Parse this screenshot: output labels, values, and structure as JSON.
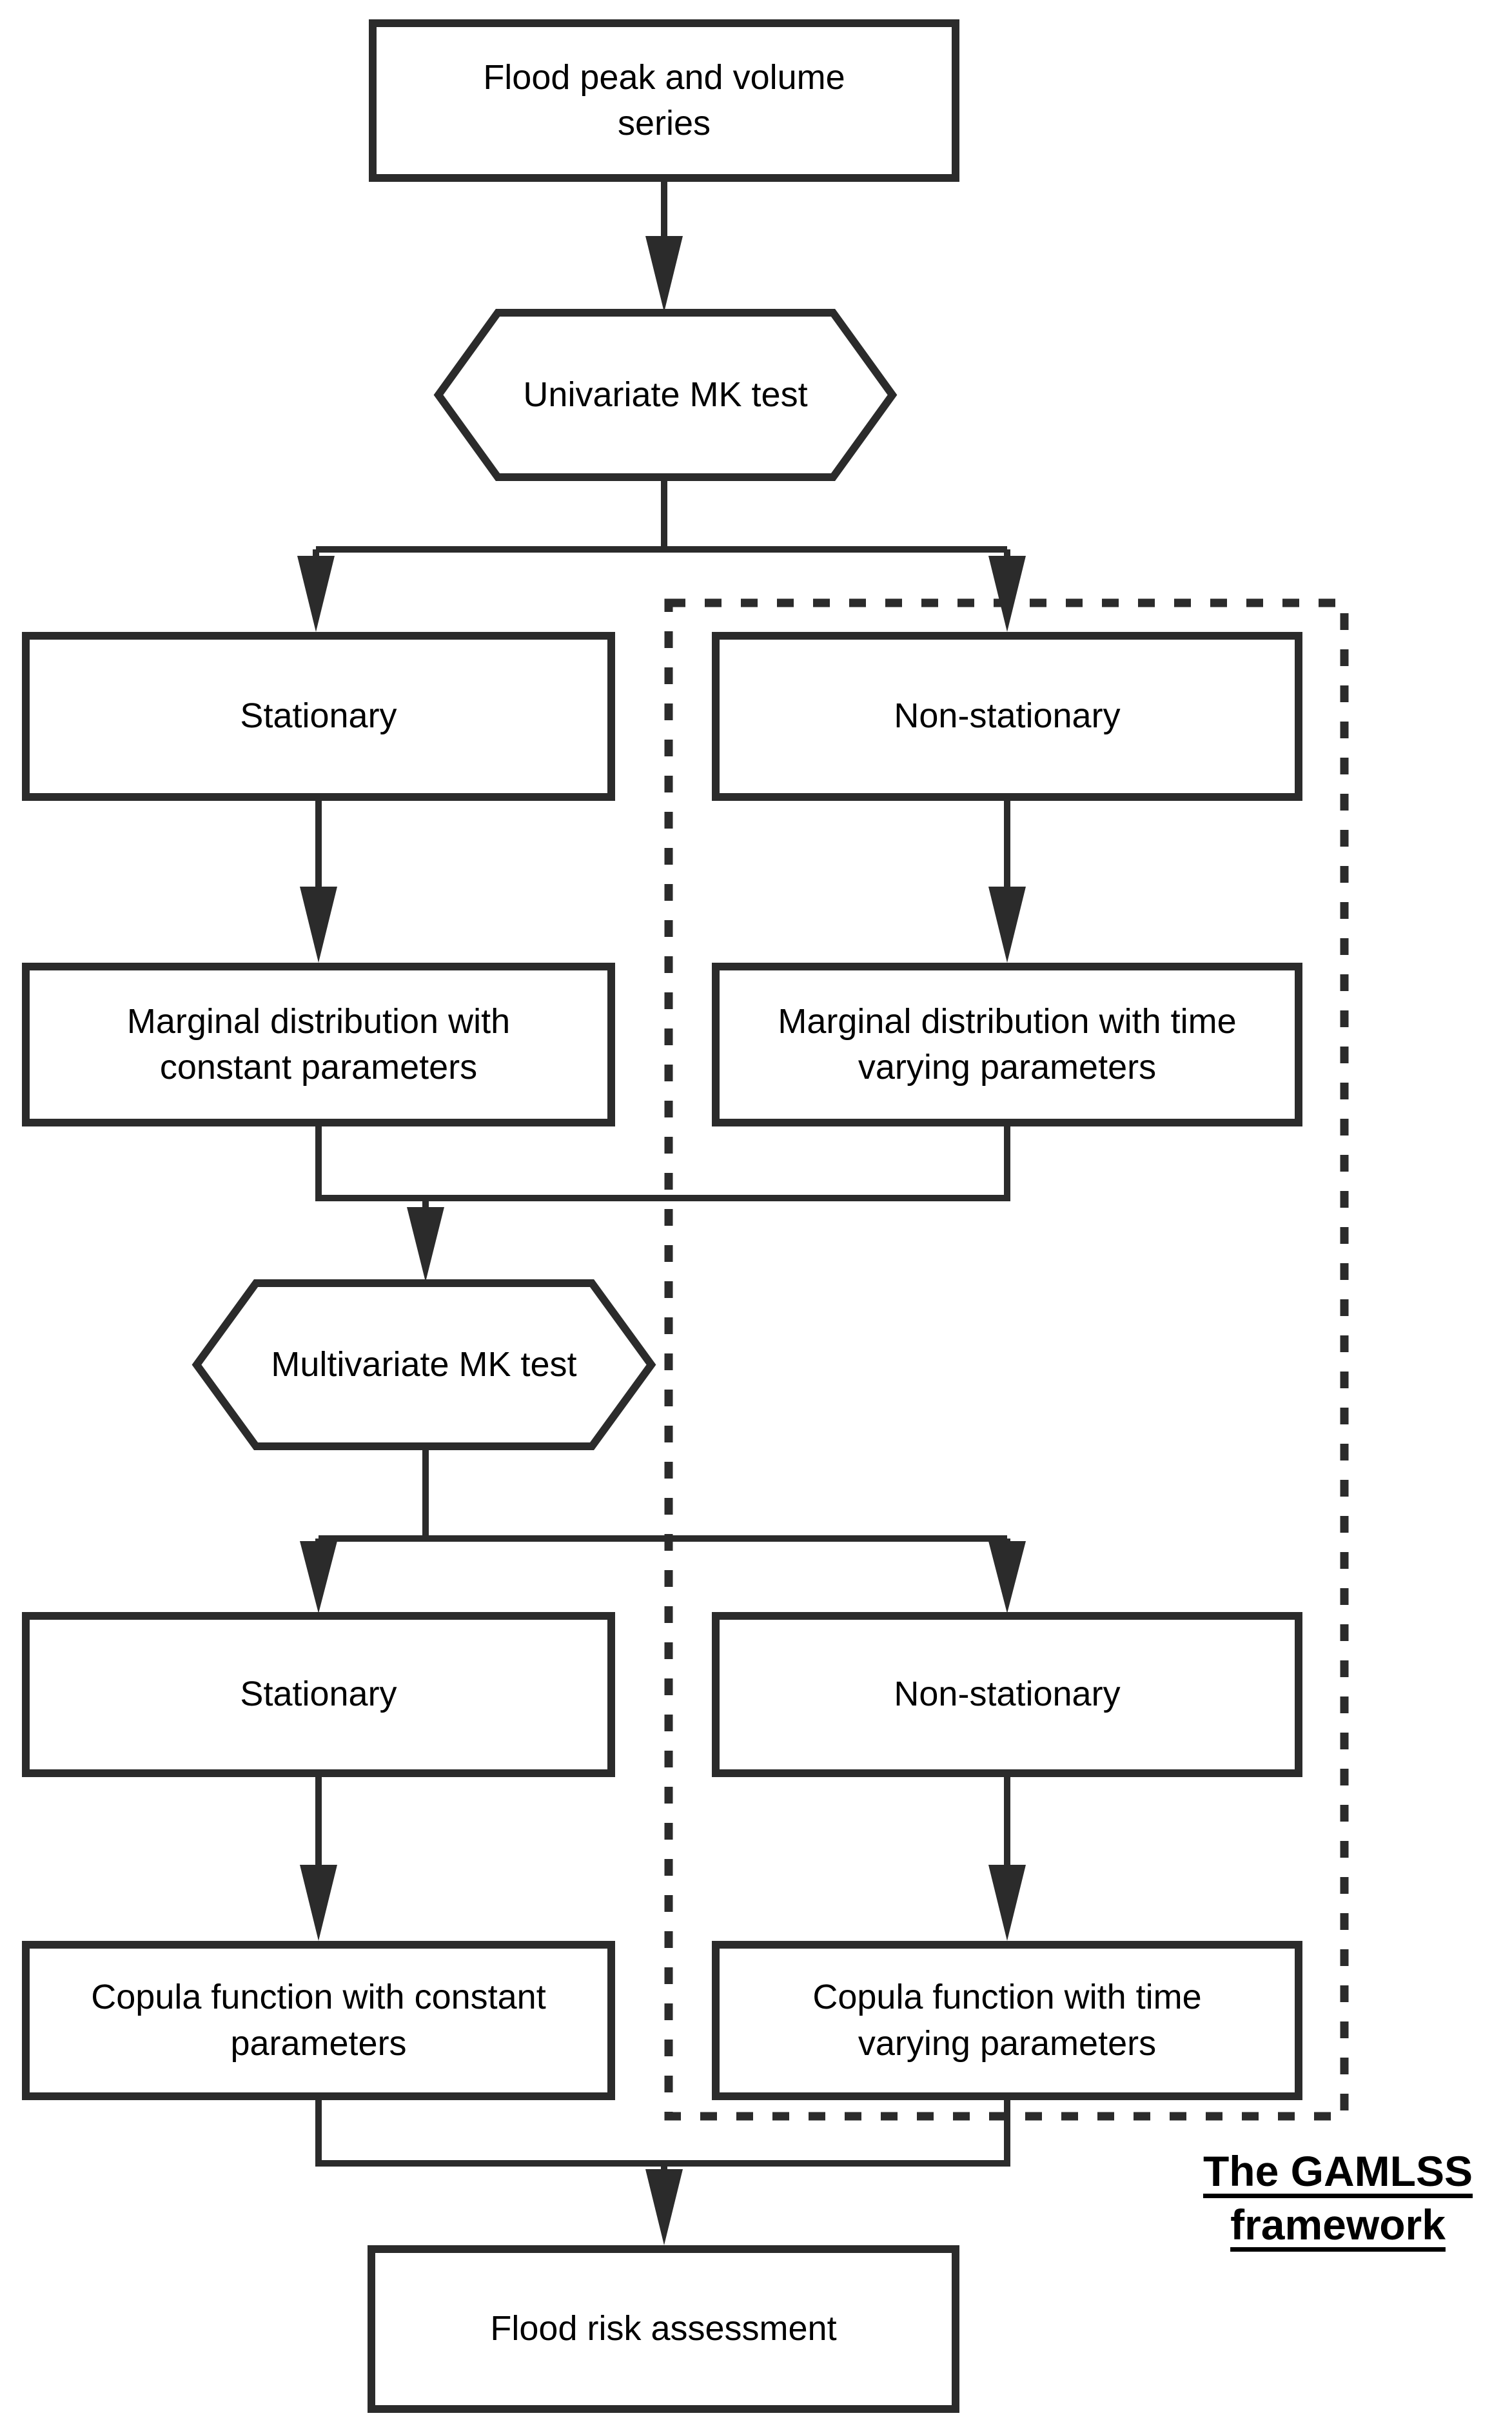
{
  "diagram": {
    "type": "flowchart",
    "colors": {
      "stroke": "#2b2b2b",
      "text": "#000000",
      "node_fill": "#ffffff",
      "background": "#ffffff"
    },
    "nodes": {
      "flood_series": {
        "label": "Flood peak and volume series",
        "shape": "rectangle"
      },
      "univariate_mk": {
        "label": "Univariate MK test",
        "shape": "hexagon"
      },
      "stationary_top": {
        "label": "Stationary",
        "shape": "rectangle"
      },
      "non_stationary_top": {
        "label": "Non-stationary",
        "shape": "rectangle"
      },
      "marginal_constant": {
        "label": "Marginal distribution with constant parameters",
        "shape": "rectangle"
      },
      "marginal_time_varying": {
        "label": "Marginal distribution with time varying parameters",
        "shape": "rectangle"
      },
      "multivariate_mk": {
        "label": "Multivariate MK test",
        "shape": "hexagon"
      },
      "stationary_bottom": {
        "label": "Stationary",
        "shape": "rectangle"
      },
      "non_stationary_bottom": {
        "label": "Non-stationary",
        "shape": "rectangle"
      },
      "copula_constant": {
        "label": "Copula function with constant parameters",
        "shape": "rectangle"
      },
      "copula_time_varying": {
        "label": "Copula function with time varying parameters",
        "shape": "rectangle"
      },
      "flood_risk": {
        "label": "Flood risk assessment",
        "shape": "rectangle"
      }
    },
    "edges": [
      {
        "from": "flood_series",
        "to": "univariate_mk"
      },
      {
        "from": "univariate_mk",
        "to": "stationary_top"
      },
      {
        "from": "univariate_mk",
        "to": "non_stationary_top"
      },
      {
        "from": "stationary_top",
        "to": "marginal_constant"
      },
      {
        "from": "non_stationary_top",
        "to": "marginal_time_varying"
      },
      {
        "from": "marginal_constant",
        "to": "multivariate_mk"
      },
      {
        "from": "marginal_time_varying",
        "to": "multivariate_mk"
      },
      {
        "from": "multivariate_mk",
        "to": "stationary_bottom"
      },
      {
        "from": "multivariate_mk",
        "to": "non_stationary_bottom"
      },
      {
        "from": "stationary_bottom",
        "to": "copula_constant"
      },
      {
        "from": "non_stationary_bottom",
        "to": "copula_time_varying"
      },
      {
        "from": "copula_constant",
        "to": "flood_risk"
      },
      {
        "from": "copula_time_varying",
        "to": "flood_risk"
      }
    ],
    "annotation": {
      "line1": "The GAMLSS",
      "line2": "framework"
    }
  }
}
